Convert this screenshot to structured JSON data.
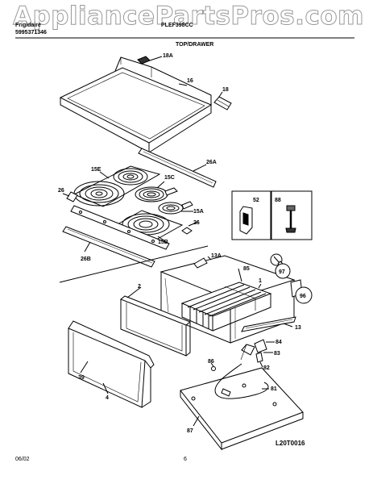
{
  "watermark": "AppliancePartsPros.com",
  "header": {
    "brand": "Frigidaire",
    "doc_number": "5995371346",
    "model": "PLEF398CC",
    "section": "TOP/DRAWER"
  },
  "footer": {
    "date": "06/02",
    "page": "6"
  },
  "diagram_code": "L20T0016",
  "part_labels": [
    "18A",
    "16",
    "18",
    "26A",
    "15E",
    "15C",
    "26",
    "15A",
    "26",
    "15B",
    "26B",
    "52",
    "88",
    "13A",
    "85",
    "1",
    "97",
    "96",
    "2",
    "13",
    "84",
    "83",
    "82",
    "86",
    "81",
    "39",
    "4",
    "87"
  ]
}
